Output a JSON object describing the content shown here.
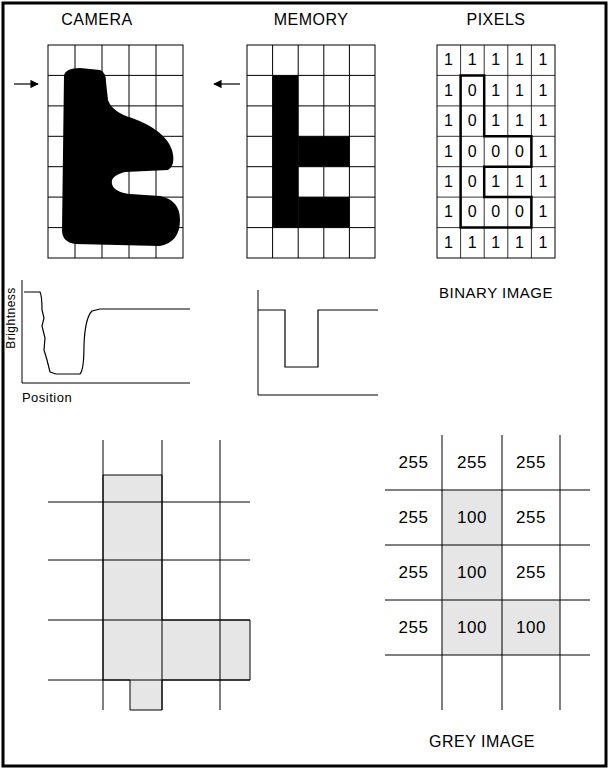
{
  "diagram": {
    "labels": [
      "CAMERA",
      "MEMORY",
      "PIXELS",
      "1",
      "1",
      "1",
      "1",
      "1",
      "1",
      "0",
      "1",
      "1",
      "1",
      "1",
      "0",
      "1",
      "1",
      "1",
      "1",
      "0",
      "0",
      "0",
      "1",
      "1",
      "0",
      "1",
      "1",
      "1",
      "1",
      "0",
      "0",
      "0",
      "1",
      "1",
      "1",
      "1",
      "1",
      "1",
      "BINARY IMAGE",
      "Brightness",
      "Position",
      "255",
      "255",
      "255",
      "255",
      "100",
      "255",
      "255",
      "100",
      "255",
      "255",
      "100",
      "100",
      "GREY IMAGE"
    ]
  }
}
